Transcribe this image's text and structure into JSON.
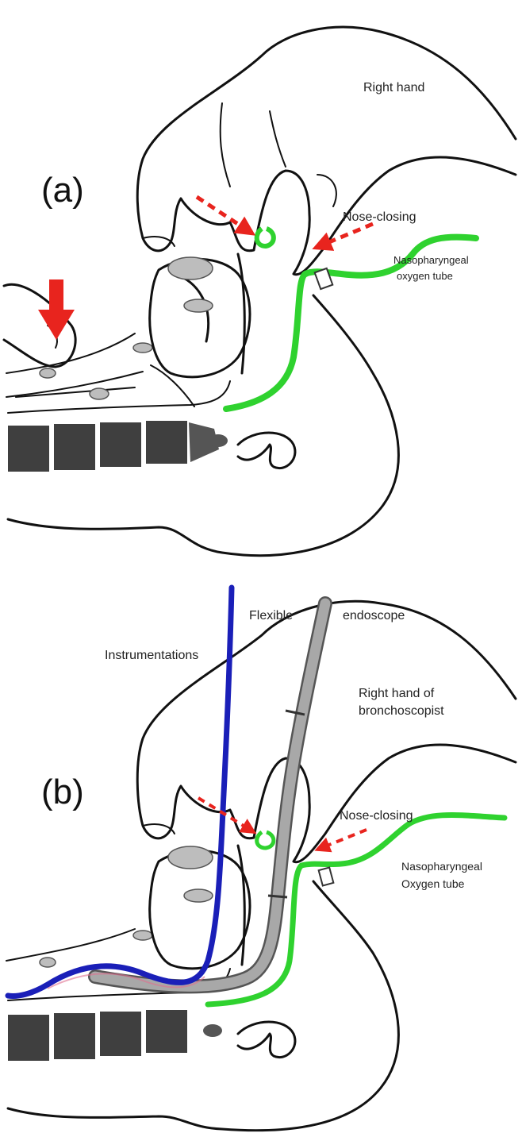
{
  "panels": [
    {
      "letter": "(a)",
      "labels": {
        "hand": "Right hand",
        "nose_closing": "Nose-closing",
        "tube_line1": "Nasopharyngeal",
        "tube_line2": "oxygen tube"
      }
    },
    {
      "letter": "(b)",
      "labels": {
        "flexible": "Flexible",
        "endoscope": "endoscope",
        "instrumentations": "Instrumentations",
        "hand_line1": "Right hand of",
        "hand_line2": "bronchoscopist",
        "nose_closing": "Nose-closing",
        "tube_line1": "Nasopharyngeal",
        "tube_line2": "Oxygen tube"
      }
    }
  ],
  "colors": {
    "arrow_red": "#e8241e",
    "tube_green": "#2fd22f",
    "instrument_blue": "#1a1fb8",
    "endoscope_grey": "#a8a8a8",
    "spine_dark": "#3f3f3f",
    "tissue_grey": "#bdbdbd"
  }
}
